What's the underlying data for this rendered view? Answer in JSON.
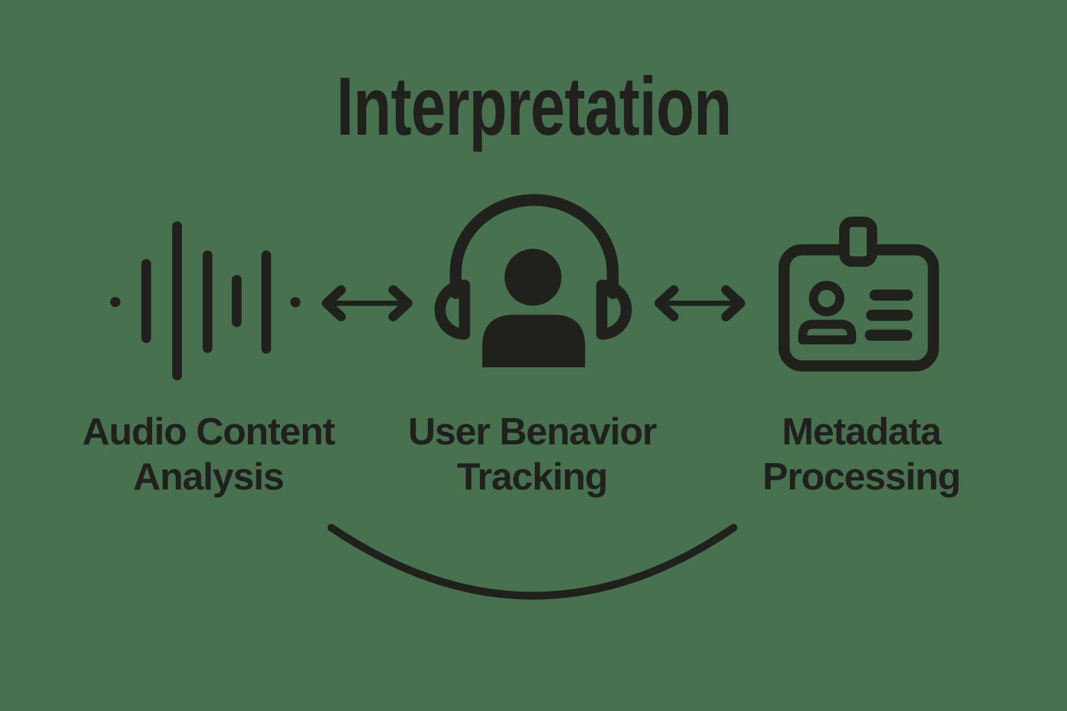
{
  "title": "Interpretation",
  "colors": {
    "background": "#47714f",
    "ink": "#20201d"
  },
  "nodes": [
    {
      "id": "audio-content-analysis",
      "icon": "audio-waveform-icon",
      "label": [
        "Audio Content",
        "Analysis"
      ]
    },
    {
      "id": "user-behavior-tracking",
      "icon": "user-headphones-icon",
      "label": [
        "User Benavior",
        "Tracking"
      ]
    },
    {
      "id": "metadata-processing",
      "icon": "id-badge-icon",
      "label": [
        "Metadata",
        "Processing"
      ]
    }
  ],
  "connectors": [
    {
      "id": "left-arrow",
      "type": "double-headed-arrow",
      "from": "audio-content-analysis",
      "to": "user-behavior-tracking"
    },
    {
      "id": "right-arrow",
      "type": "double-headed-arrow",
      "from": "user-behavior-tracking",
      "to": "metadata-processing"
    },
    {
      "id": "bottom-arc",
      "type": "curved-connector",
      "from": "audio-content-analysis",
      "to": "metadata-processing"
    }
  ]
}
